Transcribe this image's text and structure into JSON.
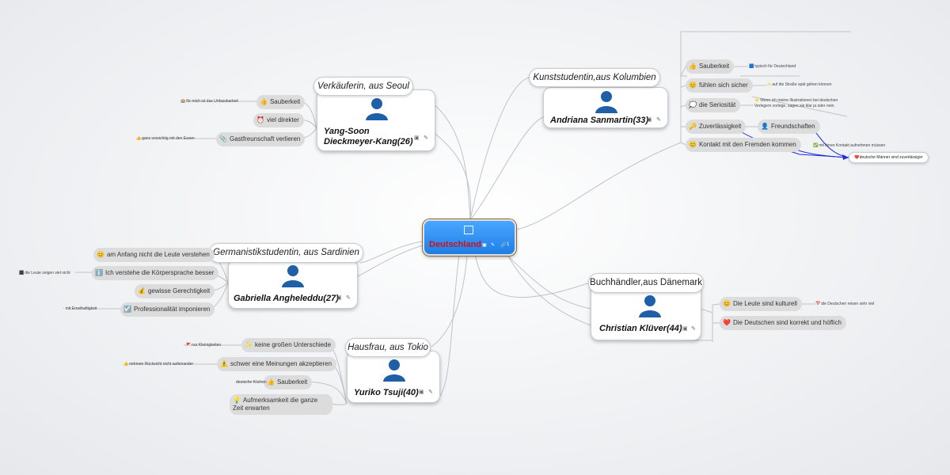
{
  "center": {
    "title": "Deutschland",
    "icons": [
      "image-icon",
      "note-icon",
      "link-icon"
    ],
    "count": "1"
  },
  "persons": {
    "seoul": {
      "label": "Verkäuferin, aus Seoul",
      "name": "Yang-Soon Dieckmeyer-Kang(26)"
    },
    "kolumbien": {
      "label": "Kunststudentin,aus Kolumbien",
      "name": "Andriana Sanmartin(33)"
    },
    "sardinien": {
      "label": "Germanistikstudentin, aus Sardinien",
      "name": "Gabriella Angheleddu(27)"
    },
    "daenemark": {
      "label": "Buchhändler,aus Dänemark",
      "name": "Christian Klüver(44)"
    },
    "tokio": {
      "label": "Hausfrau, aus Tokio",
      "name": "Yuriko Tsuji(40)"
    }
  },
  "topics": {
    "seoul": [
      {
        "icon": "👍",
        "text": "Sauberkeit",
        "note": "für mich ist das Unfassbarkeit",
        "note_icon": "🏫"
      },
      {
        "icon": "⏰",
        "text": "viel direkter",
        "note": "",
        "note_icon": ""
      },
      {
        "icon": "📎",
        "text": "Gastfreunschaft verlieren",
        "note": "ganz vorsichtig mit den Essen",
        "note_icon": "👍"
      }
    ],
    "kolumbien": [
      {
        "icon": "👍",
        "text": "Sauberkeit",
        "note": "typisch für Deutschland",
        "note_icon": "🟦"
      },
      {
        "icon": "😊",
        "text": "fühlen sich sicher",
        "note": "auf die Straße spät gehen können",
        "note_icon": "✨"
      },
      {
        "icon": "💭",
        "text": "die Seriosität",
        "note": "Wenn ich meine Illustrationen bei deutschen Verlegern vorlege, sagen sie klar ja oder nein.",
        "note_icon": "⭐"
      },
      {
        "icon": "🔑",
        "text": "Zuverlässigkeit",
        "note": "",
        "note_icon": ""
      },
      {
        "icon": "😊",
        "text": "Kontakt mit den Fremden kommen",
        "note": "",
        "note_icon": ""
      }
    ],
    "kolumbien_extra": {
      "freund": {
        "icon": "👤",
        "text": "Freundschaften"
      },
      "kontakt_note": {
        "icon": "✅",
        "text": "mit ihnen Kontakt aufnehmen müssen"
      },
      "target": {
        "icon": "❤️",
        "text": "deutsche Männer sind zuverlässiger"
      }
    },
    "sardinien": [
      {
        "icon": "😊",
        "text": "am Anfang nicht die Leute verstehen",
        "note": "",
        "note_icon": ""
      },
      {
        "icon": "ℹ️",
        "text": "Ich verstehe die Körpersprache besser",
        "note": "die Leute zeigen viel nicht",
        "note_icon": "⬛"
      },
      {
        "icon": "💰",
        "text": "gewisse Gerechtigkeit",
        "note": "",
        "note_icon": ""
      },
      {
        "icon": "☑️",
        "text": "Professionalität imponieren",
        "note": "mit Ernsthaftigkeit",
        "note_icon": "·"
      }
    ],
    "daenemark": [
      {
        "icon": "😊",
        "text": "Die Leute sind kulturell",
        "note": "die Deutschen reisen sehr viel",
        "note_icon": "📅"
      },
      {
        "icon": "❤️",
        "text": "Die Deutschen sind korrekt und höflich",
        "note": "",
        "note_icon": ""
      }
    ],
    "tokio": [
      {
        "icon": "✨",
        "text": "keine großen Unterschiede",
        "note": "nur Kleinigkeiten",
        "note_icon": "🚩"
      },
      {
        "icon": "⚠️",
        "text": "schwer eine Meinungen akzeptieren",
        "note": "nehmen Rücksicht nicht aufeinander",
        "note_icon": "👍"
      },
      {
        "icon": "👍",
        "text": "Sauberkeit",
        "note": "deutsche Küchen",
        "note_icon": ""
      },
      {
        "icon": "💡",
        "text": "Aufmerksamkeit die ganze Zeit erwarten",
        "note": "",
        "note_icon": ""
      }
    ]
  },
  "colors": {
    "center_blue": "#2b8ef2",
    "center_title": "#d0111b",
    "link_gray": "#bdbdbd",
    "arrow_blue": "#1a2fd6",
    "avatar_blue": "#1f5fa8"
  }
}
